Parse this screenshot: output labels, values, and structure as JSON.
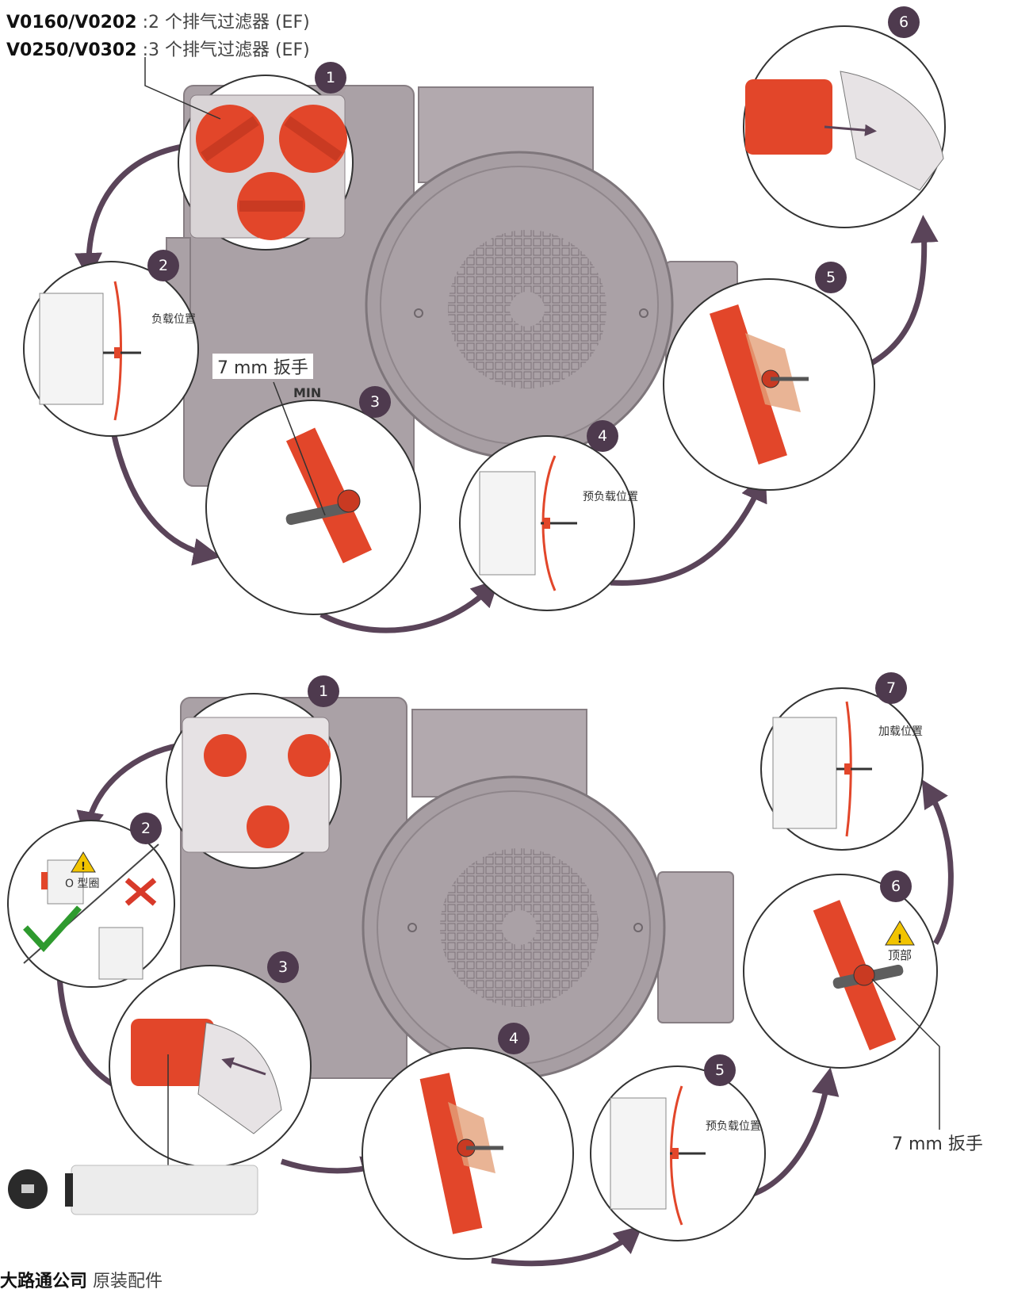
{
  "header": {
    "line1_models": "V0160/V0202",
    "line1_desc": ":2 个排气过滤器 (EF)",
    "line2_models": "V0250/V0302",
    "line2_desc": ":3 个排气过滤器 (EF)"
  },
  "top_sequence": {
    "steps": [
      "1",
      "2",
      "3",
      "4",
      "5",
      "6"
    ],
    "label_load_position": "负载位置",
    "label_wrench": "7 mm 扳手",
    "label_min": "MIN",
    "label_preload_position": "预负载位置"
  },
  "bottom_sequence": {
    "steps": [
      "1",
      "2",
      "3",
      "4",
      "5",
      "6",
      "7"
    ],
    "label_oring": "O 型圈",
    "label_preload_position": "预负载位置",
    "label_load_position": "加载位置",
    "label_top": "顶部",
    "label_wrench": "7 mm 扳手"
  },
  "footer": {
    "brand": "大路通公司",
    "text": "原装配件"
  },
  "colors": {
    "filter_red": "#e2462a",
    "arrow_purple": "#5a4459",
    "badge_dark": "#4e3a4e",
    "pump_gray": "#a89fa4",
    "pump_stroke": "#8a8186",
    "check_green": "#2e9a2e",
    "cross_red": "#d83a2a",
    "warning_yellow": "#f2c400"
  }
}
